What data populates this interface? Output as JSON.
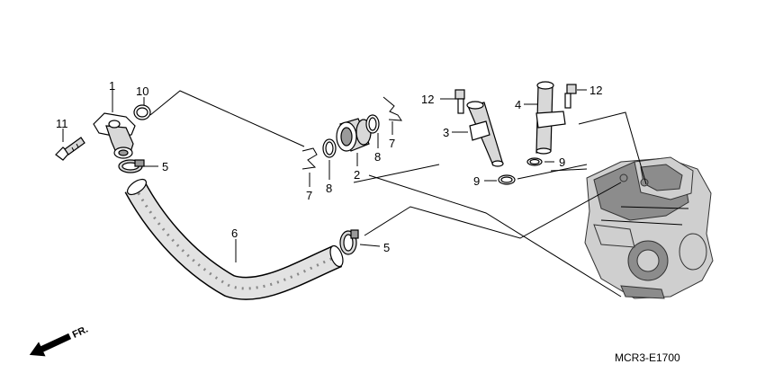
{
  "diagram": {
    "code": "MCR3-E1700",
    "direction_label": "FR.",
    "callouts": {
      "c1": "1",
      "c2": "2",
      "c3": "3",
      "c4": "4",
      "c5a": "5",
      "c5b": "5",
      "c6": "6",
      "c7a": "7",
      "c7b": "7",
      "c8a": "8",
      "c8b": "8",
      "c9a": "9",
      "c9b": "9",
      "c10": "10",
      "c11": "11",
      "c12a": "12",
      "c12b": "12"
    },
    "parts": [
      {
        "ref": "1",
        "name": "water-outlet-elbow-icon"
      },
      {
        "ref": "2",
        "name": "rubber-joint-icon"
      },
      {
        "ref": "3",
        "name": "rear-water-pipe-icon"
      },
      {
        "ref": "4",
        "name": "front-water-pipe-icon"
      },
      {
        "ref": "5",
        "name": "hose-clamp-icon"
      },
      {
        "ref": "6",
        "name": "water-hose-icon"
      },
      {
        "ref": "7",
        "name": "joint-clip-icon"
      },
      {
        "ref": "8",
        "name": "o-ring-icon"
      },
      {
        "ref": "9",
        "name": "o-ring-small-icon"
      },
      {
        "ref": "10",
        "name": "o-ring-large-icon"
      },
      {
        "ref": "11",
        "name": "flange-bolt-icon"
      },
      {
        "ref": "12",
        "name": "pipe-bolt-icon"
      }
    ]
  }
}
